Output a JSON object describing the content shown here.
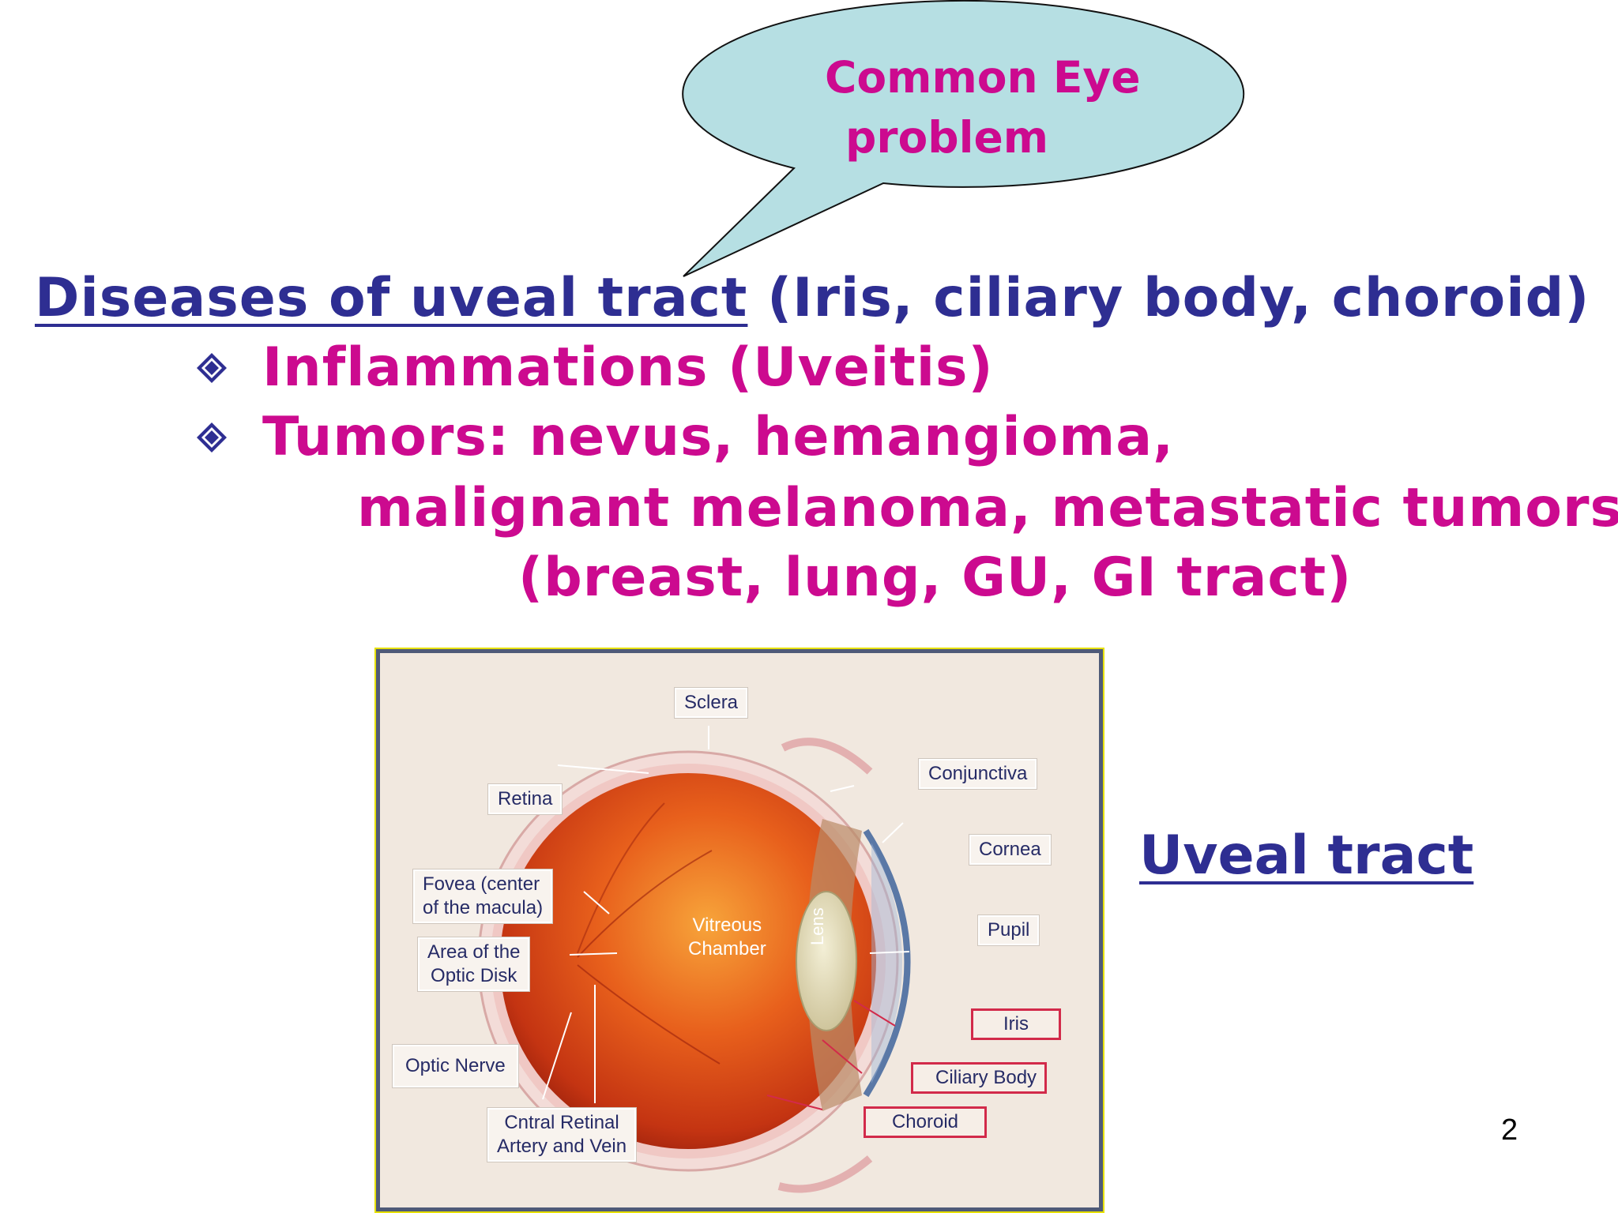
{
  "callout": {
    "line1": "Common Eye",
    "line2": "problem",
    "fill": "#b6dfe3",
    "text_color": "#cc0a8f"
  },
  "heading": {
    "underlined": "Diseases of uveal tract",
    "rest": " (Iris, ciliary body, choroid)",
    "color": "#2e2e92"
  },
  "bullets": [
    {
      "text": "Inflammations (Uveitis)"
    },
    {
      "text": "Tumors: nevus, hemangioma,"
    }
  ],
  "continuation": [
    "malignant melanoma, metastatic tumors",
    "(breast, lung, GU, GI tract)"
  ],
  "figure": {
    "labels": {
      "sclera": "Sclera",
      "retina": "Retina",
      "conjunctiva": "Conjunctiva",
      "cornea": "Cornea",
      "fovea_l1": "Fovea (center",
      "fovea_l2": "of the macula)",
      "optic_disk_l1": "Area of the",
      "optic_disk_l2": "Optic Disk",
      "vitreous_l1": "Vitreous",
      "vitreous_l2": "Chamber",
      "lens": "Lens",
      "pupil": "Pupil",
      "iris": "Iris",
      "ciliary_body": "Ciliary Body",
      "choroid": "Choroid",
      "optic_nerve": "Optic Nerve",
      "central_retinal_l1": "Cntral Retinal",
      "central_retinal_l2": "Artery and Vein"
    }
  },
  "side_label": "Uveal tract",
  "page_number": "2"
}
